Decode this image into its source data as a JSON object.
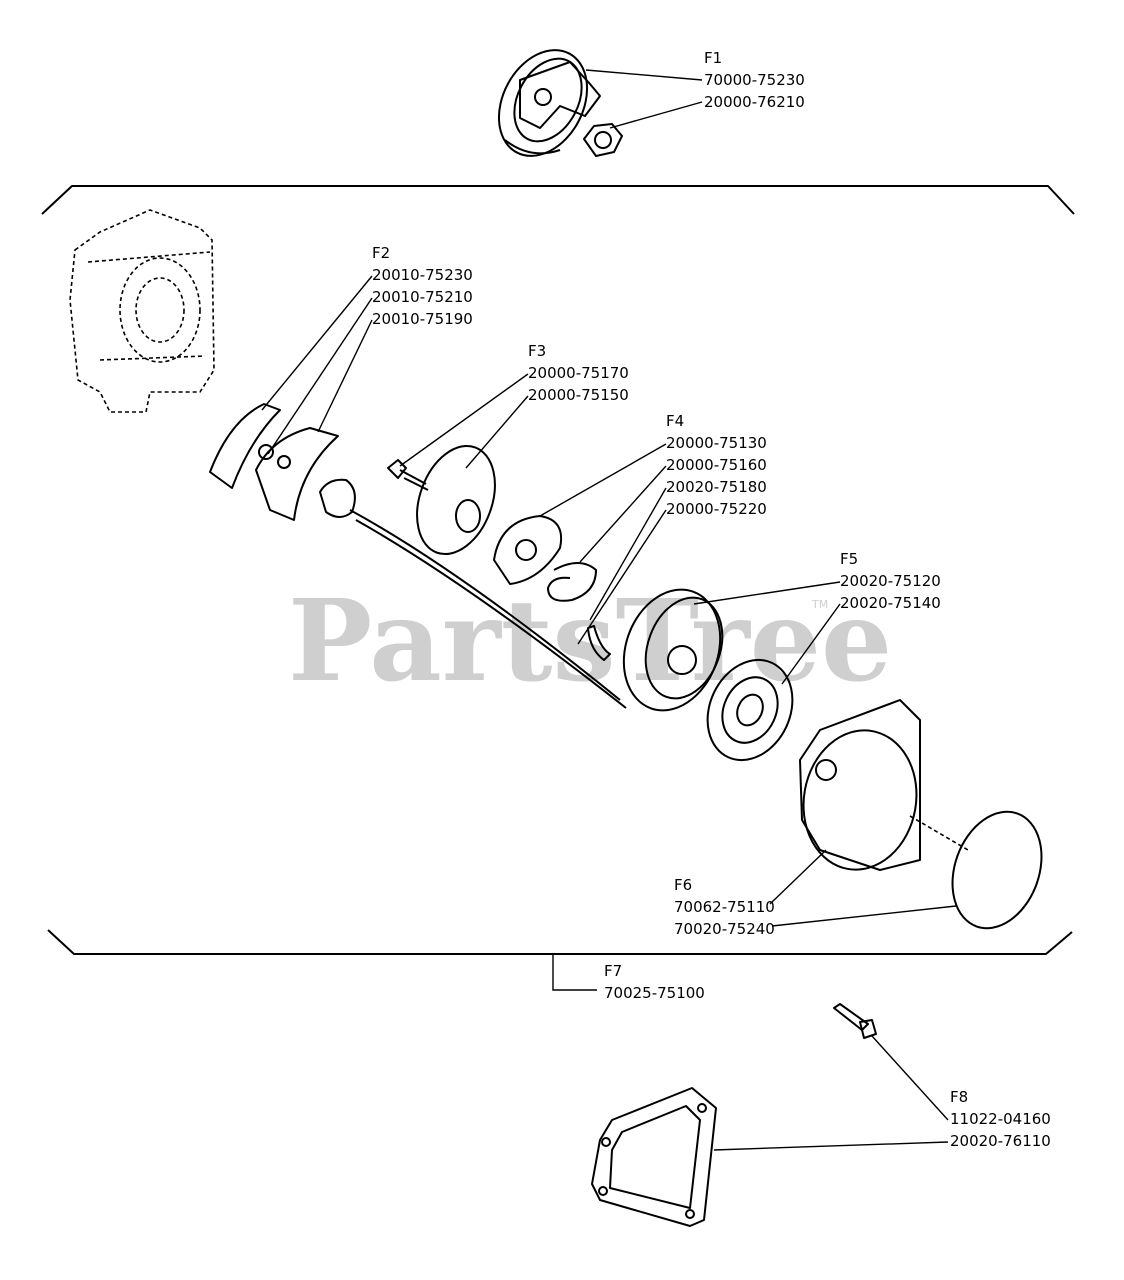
{
  "watermark": {
    "text": "PartsTree",
    "tm": "TM"
  },
  "groups": [
    {
      "id": "F1",
      "parts": [
        "70000-75230",
        "20000-76210"
      ]
    },
    {
      "id": "F2",
      "parts": [
        "20010-75230",
        "20010-75210",
        "20010-75190"
      ]
    },
    {
      "id": "F3",
      "parts": [
        "20000-75170",
        "20000-75150"
      ]
    },
    {
      "id": "F4",
      "parts": [
        "20000-75130",
        "20000-75160",
        "20020-75180",
        "20000-75220"
      ]
    },
    {
      "id": "F5",
      "parts": [
        "20020-75120",
        "20020-75140"
      ]
    },
    {
      "id": "F6",
      "parts": [
        "70062-75110",
        "70020-75240"
      ]
    },
    {
      "id": "F7",
      "parts": [
        "70025-75100"
      ]
    },
    {
      "id": "F8",
      "parts": [
        "11022-04160",
        "20020-76110"
      ]
    }
  ]
}
